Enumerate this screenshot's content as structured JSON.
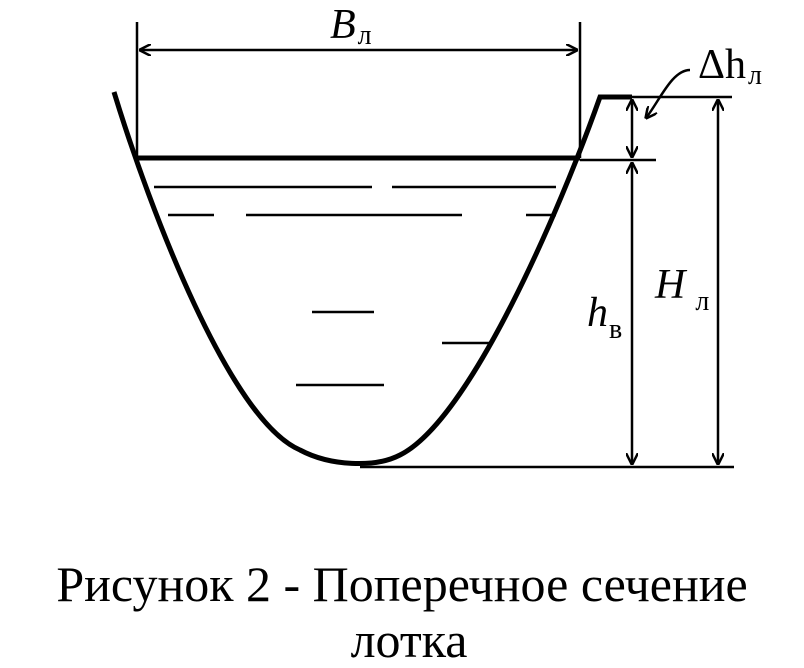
{
  "labels": {
    "width": {
      "symbol": "B",
      "subscript": "л"
    },
    "freeboard": {
      "symbol": "Δh",
      "subscript": "л"
    },
    "depth_total": {
      "symbol": "H",
      "subscript": "л"
    },
    "water_depth": {
      "symbol": "h",
      "subscript": "в"
    }
  },
  "caption": {
    "line1": "Рисунок 2 - Поперечное сечение",
    "line2": "лотка"
  }
}
